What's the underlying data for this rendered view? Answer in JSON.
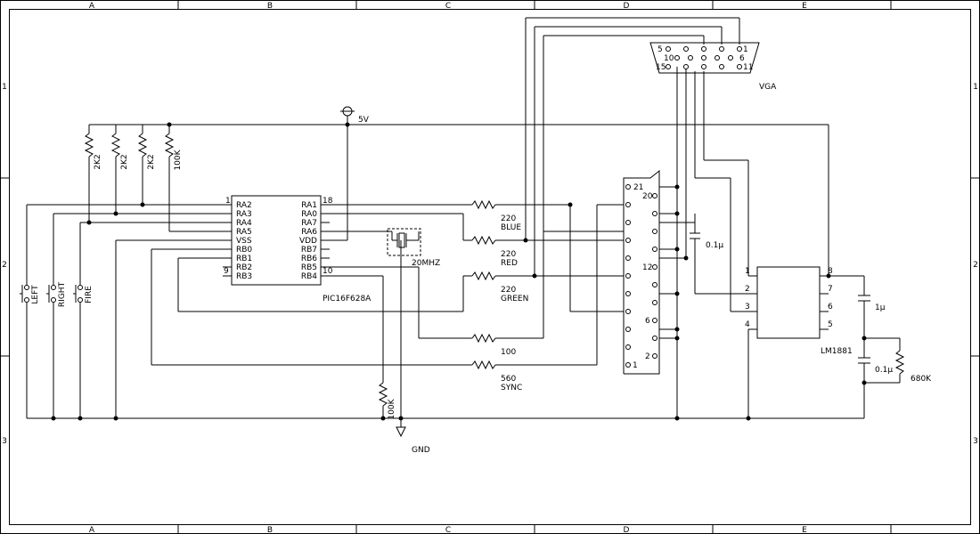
{
  "frame": {
    "columns": [
      "A",
      "B",
      "C",
      "D",
      "E"
    ],
    "rows": [
      "1",
      "2",
      "3"
    ]
  },
  "pic": {
    "name": "PIC16F628A",
    "left_pins": [
      "RA2",
      "RA3",
      "RA4",
      "RA5",
      "VSS",
      "RB0",
      "RB1",
      "RB2",
      "RB3"
    ],
    "right_pins": [
      "RA1",
      "RA0",
      "RA7",
      "RA6",
      "VDD",
      "RB7",
      "RB6",
      "RB5",
      "RB4"
    ],
    "pin_numbers": {
      "pin1": "1",
      "pin18": "18",
      "pin9": "9",
      "pin10": "10"
    }
  },
  "pullups": [
    "2K2",
    "2K2",
    "2K2",
    "100K"
  ],
  "buttons": [
    "LEFT",
    "RIGHT",
    "FIRE"
  ],
  "power": {
    "vcc": "5V",
    "gnd": "GND"
  },
  "crystal": {
    "label": "20MHZ"
  },
  "pulldown": {
    "label": "100K"
  },
  "resistors": [
    {
      "value": "220",
      "name": "BLUE"
    },
    {
      "value": "220",
      "name": "RED"
    },
    {
      "value": "220",
      "name": "GREEN"
    },
    {
      "value": "100",
      "name": ""
    },
    {
      "value": "560",
      "name": "SYNC"
    }
  ],
  "scart": {
    "pin_labels": [
      "21",
      "20",
      "12",
      "6",
      "2",
      "1"
    ]
  },
  "vga": {
    "label": "VGA",
    "pin_labels": [
      "5",
      "1",
      "10",
      "6",
      "15",
      "11"
    ]
  },
  "lm1881": {
    "name": "LM1881",
    "left_pins": [
      "1",
      "2",
      "3",
      "4"
    ],
    "right_pins": [
      "8",
      "7",
      "6",
      "5"
    ]
  },
  "caps": {
    "scart_cap": "0.1µ",
    "cap_1u": "1µ",
    "cap_01u": "0.1µ"
  },
  "res680k": {
    "label": "680K"
  }
}
